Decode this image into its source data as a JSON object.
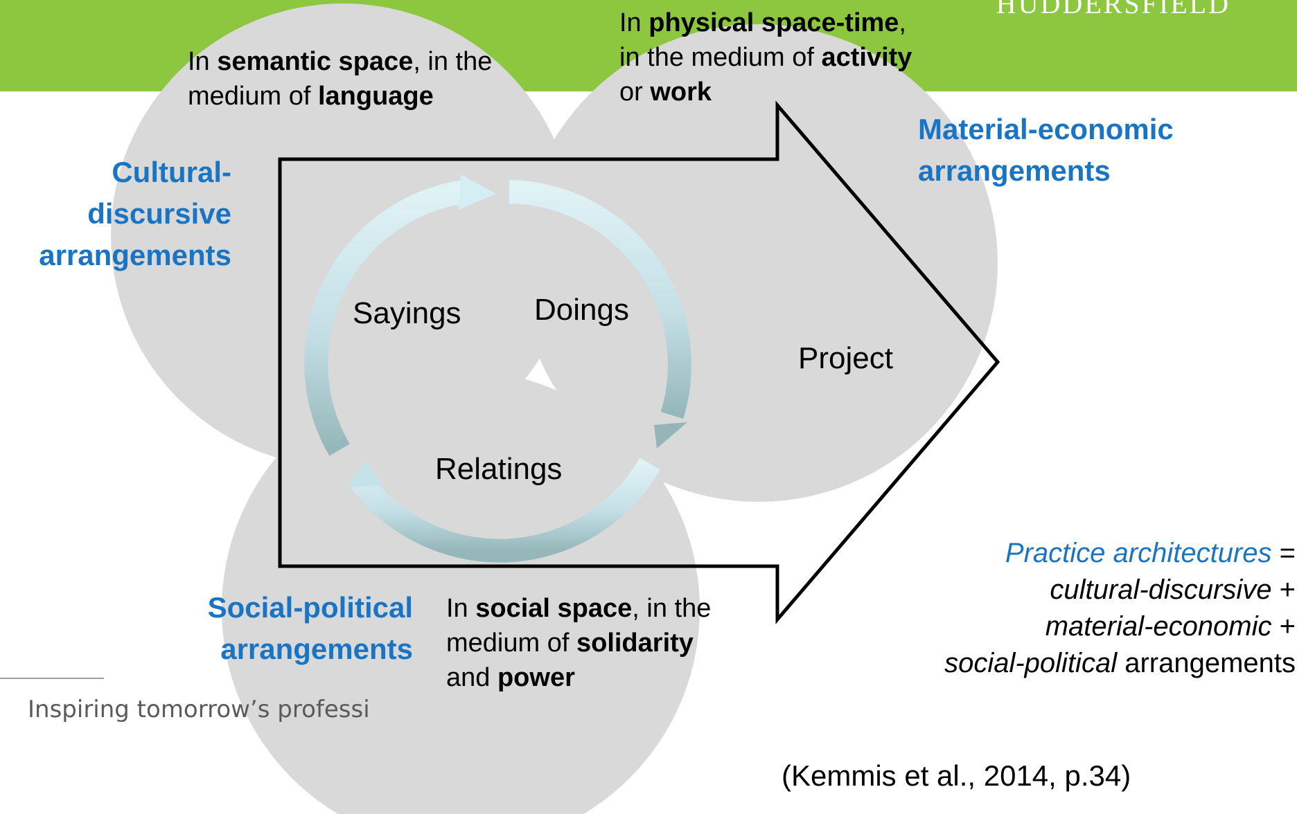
{
  "header": {
    "logo_text": "HUDDERSFIELD"
  },
  "colors": {
    "banner": "#8dc63f",
    "circle": "#d9d9d9",
    "accent_blue": "#1a74c4",
    "cycle_arrow": "#cfe8ed"
  },
  "circles": {
    "semantic": {
      "pre": "In ",
      "bold1": "semantic space",
      "mid": ", in the",
      "line2_pre": "medium of ",
      "bold2": "language"
    },
    "physical": {
      "pre": "In ",
      "bold1": "physical space-time",
      "post": ",",
      "line2_pre": "in the medium of ",
      "bold2": "activity",
      "line3_pre": "or ",
      "bold3": "work"
    },
    "social": {
      "pre": "In ",
      "bold1": "social space",
      "mid": ", in the",
      "line2_pre": "medium of ",
      "bold2": "solidarity",
      "line3_pre": "and ",
      "bold3": "power"
    }
  },
  "arrangements": {
    "cultural": [
      "Cultural-",
      "discursive",
      "arrangements"
    ],
    "material": [
      "Material-economic",
      "arrangements"
    ],
    "social": [
      "Social-political",
      "arrangements"
    ]
  },
  "cycle": {
    "sayings": "Sayings",
    "doings": "Doings",
    "relatings": "Relatings"
  },
  "project_label": "Project",
  "practice_definition": {
    "term": "Practice architectures",
    "eq": " =",
    "line2_italic": "cultural-discursive",
    "line2_plus": " +",
    "line3_italic": "material-economic",
    "line3_plus": " +",
    "line4_italic": "social-political",
    "line4_rest": " arrangements"
  },
  "citation": "(Kemmis et al., 2014, p.34)",
  "footer": {
    "tagline": "Inspiring tomorrow’s professi"
  }
}
